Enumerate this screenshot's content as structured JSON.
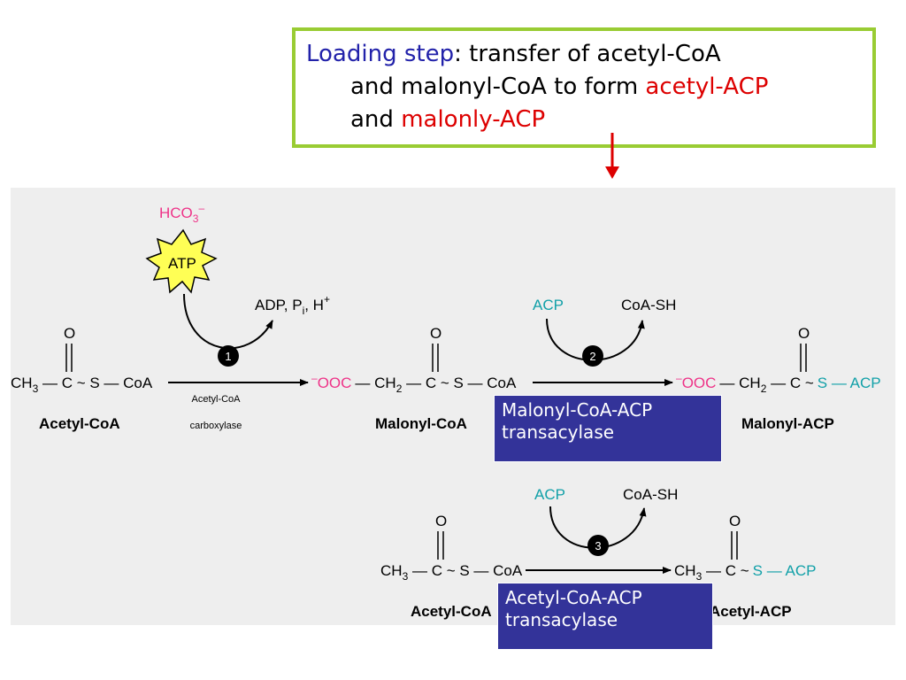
{
  "callout": {
    "line1_highlight": "Loading step",
    "line1_rest": ": transfer of acetyl-CoA",
    "line2_text": "and malonyl-CoA to form ",
    "line2_red": "acetyl-ACP",
    "line3_text": "and ",
    "line3_red": "malonly-ACP"
  },
  "reaction1": {
    "substrate_formula": {
      "ch": "CH",
      "sub": "3",
      "rest": "— C ~ S — CoA",
      "oxygen": "O"
    },
    "substrate_name": "Acetyl-CoA",
    "cofactor_in": {
      "base": "HCO",
      "sub": "3",
      "sup": "–"
    },
    "atp_label": "ATP",
    "cofactor_out": {
      "p1": "ADP, P",
      "sub": "i",
      "p2": ", H",
      "sup": "+"
    },
    "step_number": "1",
    "enzyme_line1": "Acetyl-CoA",
    "enzyme_line2": "carboxylase",
    "product_formula": {
      "sup": "–",
      "ooc": "OOC",
      "ch": "— CH",
      "sub": "2",
      "rest": "— C ~ S — CoA",
      "oxygen": "O"
    },
    "product_name": "Malonyl-CoA"
  },
  "reaction2": {
    "acp_in": "ACP",
    "coa_out": "CoA-SH",
    "step_number": "2",
    "enzyme_label": "Malonyl-CoA-ACP transacylase",
    "product_formula": {
      "sup": "–",
      "ooc": "OOC",
      "ch": "— CH",
      "sub": "2",
      "rest": "— C ~",
      "s_acp": "S — ACP",
      "oxygen": "O"
    },
    "product_name": "Malonyl-ACP"
  },
  "reaction3": {
    "substrate_formula": {
      "ch": "CH",
      "sub": "3",
      "rest": "— C ~ S — CoA",
      "oxygen": "O"
    },
    "substrate_name": "Acetyl-CoA",
    "acp_in": "ACP",
    "coa_out": "CoA-SH",
    "step_number": "3",
    "enzyme_label": "Acetyl-CoA-ACP transacylase",
    "product_formula": {
      "ch": "CH",
      "sub": "3",
      "rest": "— C ~",
      "s_acp": "S — ACP",
      "oxygen": "O"
    },
    "product_name": "Acetyl-ACP"
  },
  "colors": {
    "blue": "#2222aa",
    "red": "#dd0000",
    "pink": "#ee3388",
    "teal": "#11a0a8",
    "atp_yellow": "#ffff55",
    "enzyme_box": "#333399",
    "callout_border": "#99cc33",
    "panel_bg": "#eeeeee"
  }
}
